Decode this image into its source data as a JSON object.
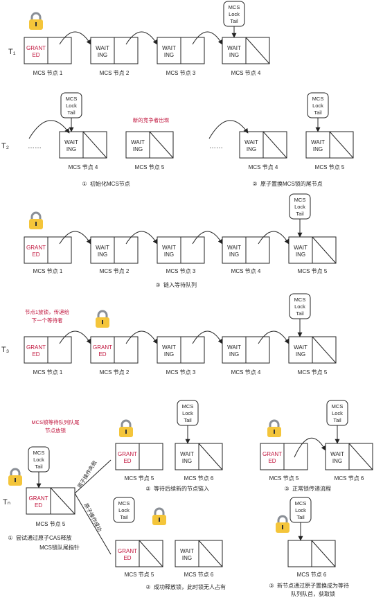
{
  "colors": {
    "red": "#c0143c",
    "lock_body": "#f4c53a",
    "lock_shackle": "#8a8f96",
    "stroke": "#222222"
  },
  "labels": {
    "granted": [
      "GRANT",
      "ED"
    ],
    "waiting": [
      "WAIT",
      "ING"
    ],
    "tail": [
      "MCS",
      "Lock",
      "Tail"
    ],
    "dots": "……"
  },
  "rows": {
    "t1": "T₁",
    "t2": "T₂",
    "t3": "T₃",
    "tn": "Tₙ"
  },
  "nodes": {
    "n1": "MCS 节点 1",
    "n2": "MCS 节点 2",
    "n3": "MCS 节点 3",
    "n4": "MCS 节点 4",
    "n5": "MCS 节点 5",
    "n6": "MCS 节点 6"
  },
  "notes": {
    "new_competitor": "新的竞争者出现",
    "release_line1": "节点1放锁，传递给",
    "release_line2": "下一个等待者",
    "tail_release_line1": "MCS锁等待队列队尾",
    "tail_release_line2": "节点放锁",
    "cas_fail": "原子操作失败",
    "cas_success": "原子操作成功"
  },
  "captions": {
    "t2_1_num": "①",
    "t2_1": "初始化MCS节点",
    "t2_2_num": "②",
    "t2_2": "原子置换MCS锁的尾节点",
    "t2_3_num": "③",
    "t2_3": "链入等待队列",
    "tn_1_num": "①",
    "tn_1_line1": "尝试通过原子CAS释放",
    "tn_1_line2": "MCS锁队尾指针",
    "tn_2a_num": "②",
    "tn_2a": "等待后续新的节点链入",
    "tn_3a_num": "③",
    "tn_3a": "正常锁传递流程",
    "tn_2b_num": "②",
    "tn_2b": "成功释放锁，此时锁无人占有",
    "tn_3b_num": "③",
    "tn_3b_line1": "新节点通过原子置换成为等待",
    "tn_3b_line2": "队列队首，获取锁"
  }
}
